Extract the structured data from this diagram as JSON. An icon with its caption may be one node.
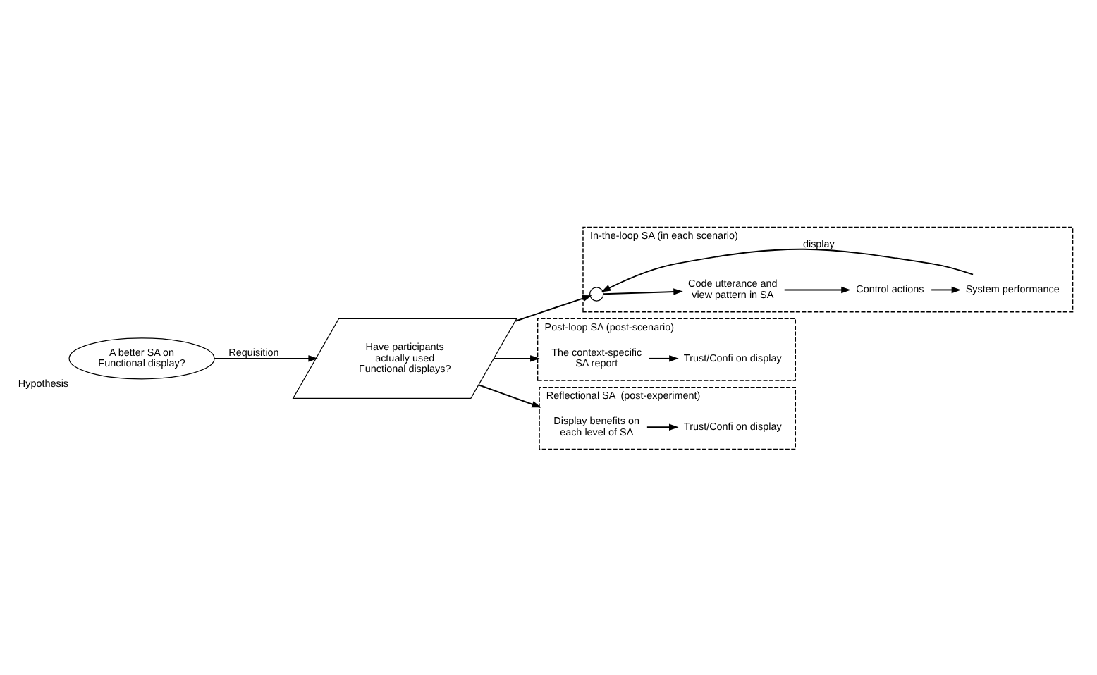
{
  "diagram": {
    "nodes": [
      {
        "text": [
          "A better SA on Functional display?"
        ],
        "beside": [
          "Hypothesis"
        ]
      },
      {
        "text": [
          "Have participants actually used Functional displays?"
        ]
      },
      {
        "text": [
          "In-the-loop SA (in each scenario)"
        ]
      },
      {
        "text": [],
        "shape": "circle",
        "in": 2
      },
      {
        "text": [
          "Code utterance and view pattern in SA"
        ],
        "in": 2
      },
      {
        "text": [
          "Control actions"
        ],
        "in": 2
      },
      {
        "text": [
          "System performance"
        ],
        "in": 2
      },
      {
        "text": [
          "Post-loop SA (post-scenario)"
        ]
      },
      {
        "text": [
          "The context-specific SA report"
        ],
        "in": 7
      },
      {
        "text": [
          "Trust/Confi on display"
        ],
        "in": 7
      },
      {
        "text": [
          "Reflectional SA  (post-experiment)"
        ]
      },
      {
        "text": [
          "Display benefits on each level of SA"
        ],
        "in": 10
      },
      {
        "text": [
          "Trust/Confi on display"
        ],
        "in": 10
      }
    ],
    "edges": [
      {
        "from": 0,
        "to": 1,
        "arrow": "to",
        "label": "Requisition"
      },
      {
        "from": 1,
        "to": 3,
        "arrow": "to"
      },
      {
        "from": 1,
        "to": 7,
        "arrow": "to"
      },
      {
        "from": 1,
        "to": 10,
        "arrow": "to"
      },
      {
        "from": 3,
        "to": 4,
        "arrow": "to"
      },
      {
        "from": 4,
        "to": 5,
        "arrow": "to"
      },
      {
        "from": 5,
        "to": 6,
        "arrow": "to"
      },
      {
        "from": 6,
        "to": 3,
        "arrow": "to",
        "label": "display"
      },
      {
        "from": 8,
        "to": 9,
        "arrow": "to"
      },
      {
        "from": 11,
        "to": 12,
        "arrow": "to"
      }
    ]
  }
}
